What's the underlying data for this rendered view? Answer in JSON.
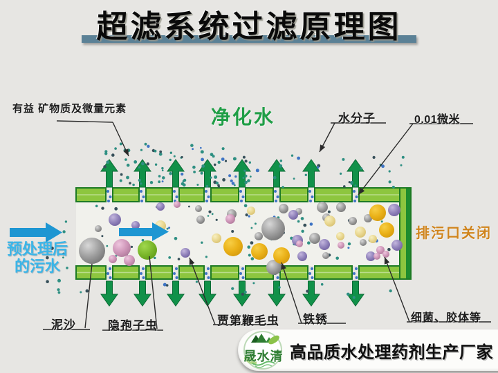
{
  "title": {
    "text": "超滤系统过滤原理图"
  },
  "labels": {
    "minerals": "有益 矿物质及微量元素",
    "purified_water": "净化水",
    "water_molecule": "水分子",
    "pore_size": "0.01微米",
    "drain_closed": "排污口关闭",
    "feed_line1": "预处理后",
    "feed_line2": "的污水",
    "sediment": "泥沙",
    "cryptosporidium": "隐孢子虫",
    "giardia": "贾第鞭毛虫",
    "rust": "铁锈",
    "bacteria": "细菌、胶体等"
  },
  "footer": {
    "logo_text": "晟水清",
    "company_text": "高品质水处理药剂生产厂家"
  },
  "icons": {
    "up_arrows": "green-up-arrow",
    "down_arrows": "green-down-arrow",
    "feed_arrow": "blue-right-arrow",
    "logo": "mountain-water-leaf-logo"
  },
  "colors": {
    "background": "#e7e6e3",
    "title_text": "#0a0a0a",
    "title_underline": "#5b8196",
    "channel_bg": "#f4f4ef",
    "membrane_fill": "#8dc63f",
    "membrane_edge": "#1d7a24",
    "membrane_dark": "#1e8c2e",
    "arrow_green": "#119149",
    "arrow_green_edge": "#0b6b35",
    "feed_arrow_blue": "#1e96d2",
    "feed_text_blue": "#3ab5e8",
    "purified_green": "#1f9e46",
    "drain_orange": "#d0841c",
    "label_black": "#1c1c1c",
    "leader_line": "#2a2a2a",
    "dot_teal": "#2e8f82",
    "dot_dark": "#37505a",
    "dot_blue": "#3e74c4",
    "banner_bg": "#fcfcfa",
    "logo_green": "#2e7d32"
  }
}
